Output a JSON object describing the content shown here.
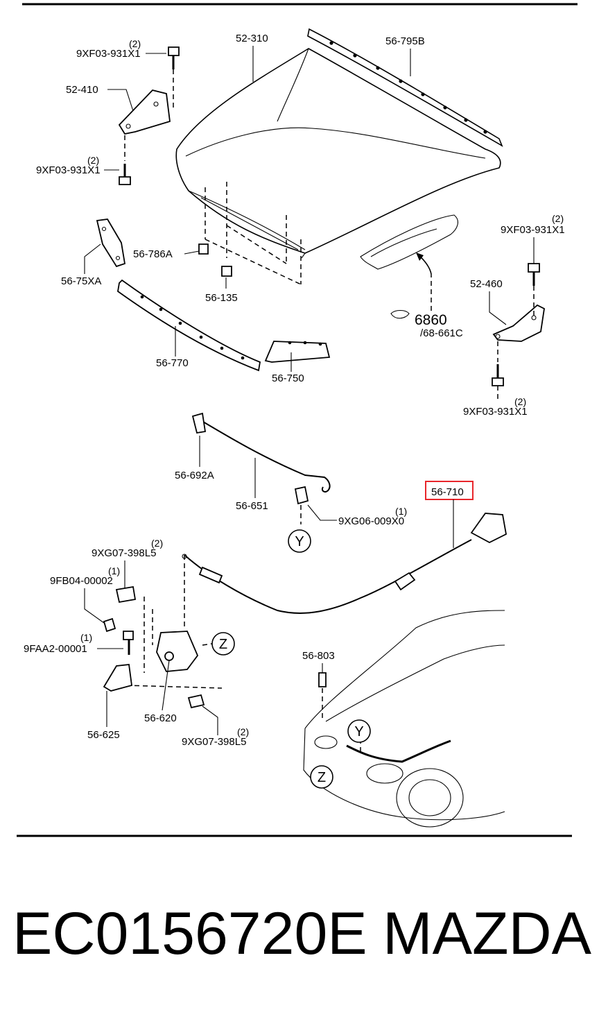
{
  "parts": {
    "hood": "52-310",
    "hood_seal": "56-795B",
    "bolt_hinge_left_top": "9XF03-931X1",
    "bolt_hinge_left_top_qty": "(2)",
    "hinge_left": "52-410",
    "bolt_hinge_left_bottom": "9XF03-931X1",
    "bolt_hinge_left_bottom_qty": "(2)",
    "cushion": "56-786A",
    "bumper": "56-135",
    "bracket_left": "56-75XA",
    "weatherstrip": "56-770",
    "bracket_right": "56-750",
    "ref_page": "6860",
    "ref_sub": "/68-661C",
    "bolt_hinge_right_top": "9XF03-931X1",
    "bolt_hinge_right_top_qty": "(2)",
    "hinge_right": "52-460",
    "bolt_hinge_right_bottom": "9XF03-931X1",
    "bolt_hinge_right_bottom_qty": "(2)",
    "clip_stay": "56-692A",
    "hood_stay": "56-651",
    "grommet": "9XG06-009X0",
    "grommet_qty": "(1)",
    "release_cable": "56-710",
    "bolt_latch_top": "9XG07-398L5",
    "bolt_latch_top_qty": "(2)",
    "nut": "9FB04-00002",
    "nut_qty": "(1)",
    "screw": "9FAA2-00001",
    "screw_qty": "(1)",
    "latch": "56-620",
    "latch_bracket": "56-625",
    "bolt_latch_bottom": "9XG07-398L5",
    "bolt_latch_bottom_qty": "(2)",
    "hood_bumper": "56-803"
  },
  "markers": {
    "y": "Y",
    "z": "Z"
  },
  "highlight_color": "#e8262b",
  "footer": {
    "part_number": "EC0156720E",
    "brand": "MAZDA"
  }
}
